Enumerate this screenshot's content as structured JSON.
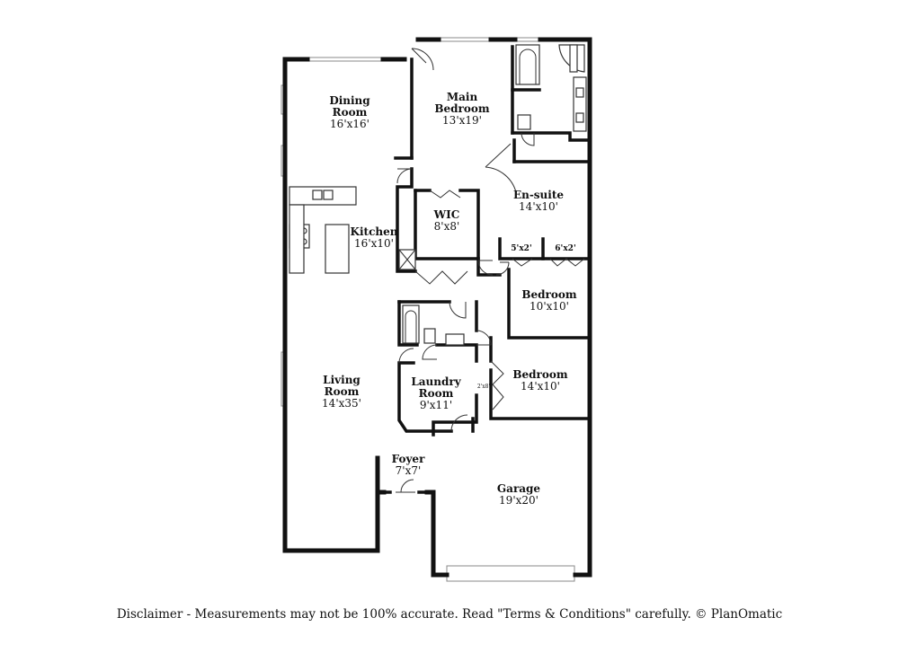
{
  "rooms": {
    "dining": {
      "name": "Dining",
      "name2": "Room",
      "dims": "16'x16'"
    },
    "main_bedroom": {
      "name": "Main",
      "name2": "Bedroom",
      "dims": "13'x19'"
    },
    "ensuite": {
      "name": "En-suite",
      "dims": "14'x10'"
    },
    "wic": {
      "name": "WIC",
      "dims": "8'x8'"
    },
    "kitchen": {
      "name": "Kitchen",
      "dims": "16'x10'"
    },
    "closet_a": {
      "dims": "5'x2'"
    },
    "closet_b": {
      "dims": "6'x2'"
    },
    "bedroom_2": {
      "name": "Bedroom",
      "dims": "10'x10'"
    },
    "bedroom_3": {
      "name": "Bedroom",
      "dims": "14'x10'"
    },
    "closet_c": {
      "dims": "2'x8'"
    },
    "living": {
      "name": "Living",
      "name2": "Room",
      "dims": "14'x35'"
    },
    "laundry": {
      "name": "Laundry",
      "name2": "Room",
      "dims": "9'x11'"
    },
    "foyer": {
      "name": "Foyer",
      "dims": "7'x7'"
    },
    "garage": {
      "name": "Garage",
      "dims": "19'x20'"
    }
  },
  "disclaimer": "Disclaimer - Measurements may not be 100% accurate. Read \"Terms & Conditions\" carefully. © PlanOmatic"
}
